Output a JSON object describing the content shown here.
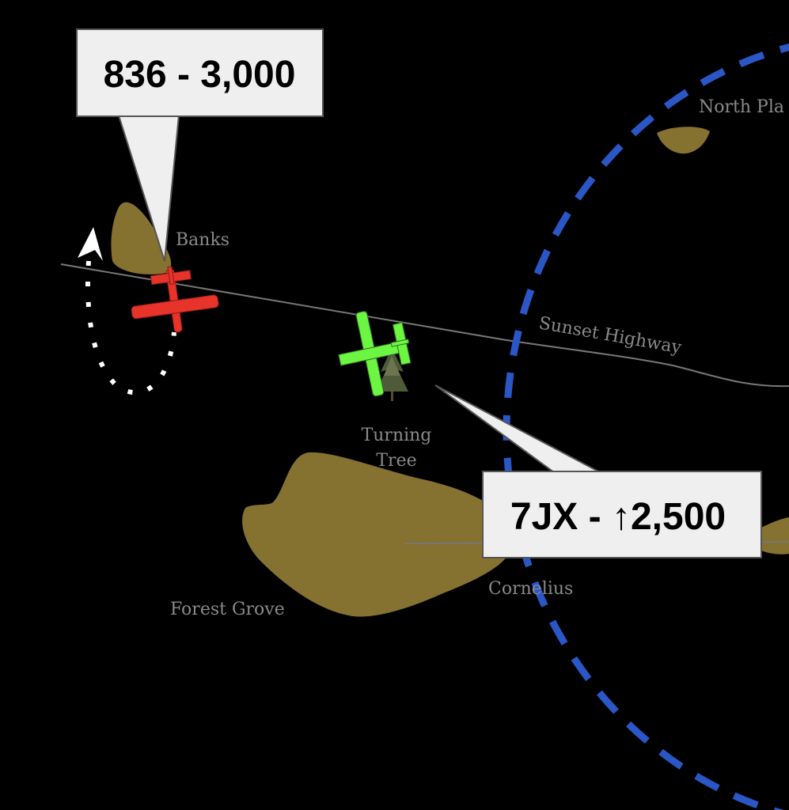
{
  "places": {
    "banks": "Banks",
    "north_plains": "North Pla",
    "sunset_highway": "Sunset Highway",
    "turning_tree_line1": "Turning",
    "turning_tree_line2": "Tree",
    "forest_grove": "Forest Grove",
    "cornelius": "Cornelius"
  },
  "callouts": {
    "red_aircraft": "836 - 3,000",
    "green_aircraft": "7JX - ↑2,500"
  },
  "colors": {
    "town": "#857130",
    "class_d_boundary": "#2a56c6",
    "red_aircraft": "#e8332a",
    "green_aircraft": "#6cf542",
    "callout_fill": "#efefef",
    "road": "#777777"
  }
}
